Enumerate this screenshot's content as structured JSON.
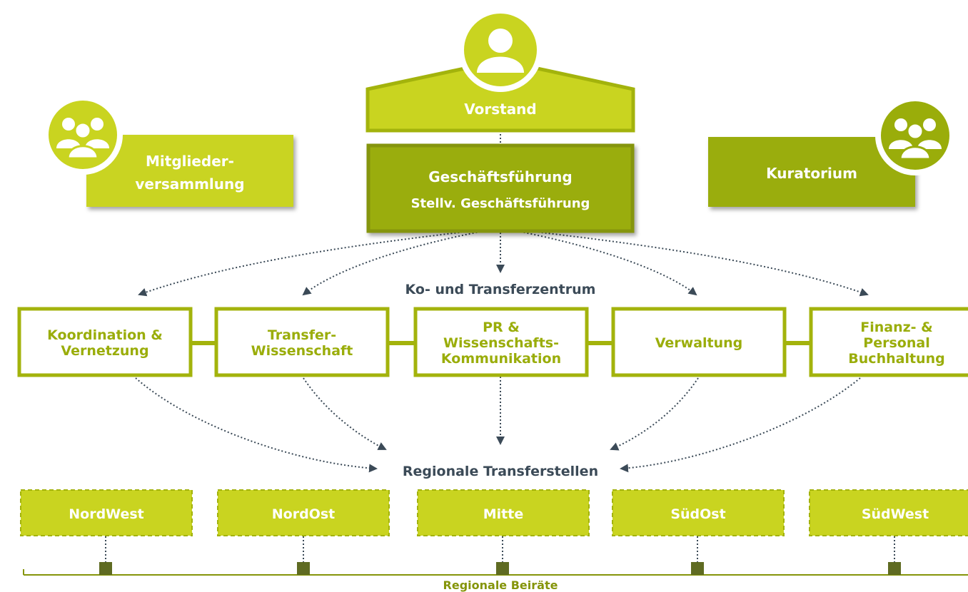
{
  "colors": {
    "lime": "#c9d420",
    "olive": "#9aad0a",
    "dark_olive": "#85950a",
    "border_green": "#a3b30c",
    "text_dark": "#3b4a57",
    "box_dark": "#5f6b22",
    "white": "#ffffff"
  },
  "icons": {
    "vorstand": "person-icon",
    "mitglieder": "group-icon",
    "kuratorium": "group-icon"
  },
  "top": {
    "vorstand": "Vorstand",
    "gf_line1": "Geschäftsführung",
    "gf_line2": "Stellv. Geschäftsführung",
    "mitglieder_line1": "Mitglieder-",
    "mitglieder_line2": "versammlung",
    "kuratorium": "Kuratorium"
  },
  "center": {
    "heading": "Ko- und Transferzentrum",
    "departments": [
      [
        "Koordination &",
        "Vernetzung"
      ],
      [
        "Transfer-",
        "Wissenschaft"
      ],
      [
        "PR &",
        "Wissenschafts-",
        "Kommunikation"
      ],
      [
        "Verwaltung"
      ],
      [
        "Finanz- &",
        "Personal",
        "Buchhaltung"
      ]
    ]
  },
  "regional": {
    "heading": "Regionale Transferstellen",
    "regions": [
      "NordWest",
      "NordOst",
      "Mitte",
      "SüdOst",
      "SüdWest"
    ],
    "advisory": "Regionale Beiräte"
  }
}
